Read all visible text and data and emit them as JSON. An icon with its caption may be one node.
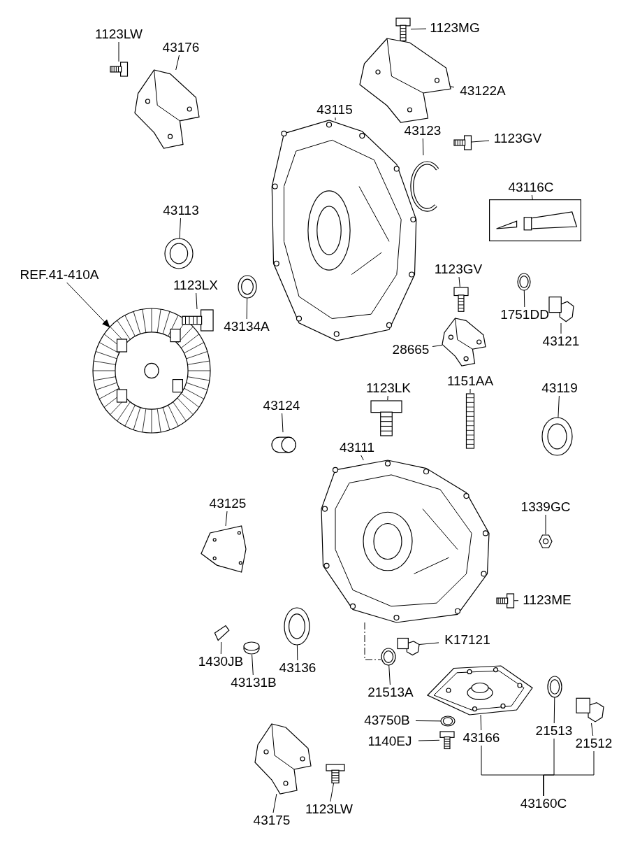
{
  "diagram": {
    "nodes": [
      {
        "text": [
          "1123LW"
        ]
      },
      {
        "text": [],
        "shape": "picture"
      },
      {
        "text": [
          "43176"
        ]
      },
      {
        "text": [],
        "shape": "picture"
      },
      {
        "text": [
          "1123MG"
        ]
      },
      {
        "text": [],
        "shape": "picture"
      },
      {
        "text": [
          "43122A"
        ]
      },
      {
        "text": [],
        "shape": "picture"
      },
      {
        "text": [
          "43115"
        ]
      },
      {
        "text": [],
        "shape": "picture"
      },
      {
        "text": [
          "43123"
        ]
      },
      {
        "text": [],
        "shape": "picture"
      },
      {
        "text": [
          "1123GV"
        ]
      },
      {
        "text": [],
        "shape": "picture"
      },
      {
        "text": [
          "43116C"
        ]
      },
      {
        "text": [],
        "shape": "box"
      },
      {
        "text": [
          "43113"
        ]
      },
      {
        "text": [],
        "shape": "picture"
      },
      {
        "text": [
          "REF.41-410A"
        ]
      },
      {
        "text": [],
        "shape": "picture"
      },
      {
        "text": [
          "1123LX"
        ]
      },
      {
        "text": [],
        "shape": "picture"
      },
      {
        "text": [
          "43134A"
        ]
      },
      {
        "text": [],
        "shape": "picture"
      },
      {
        "text": [
          "1123GV"
        ]
      },
      {
        "text": [],
        "shape": "picture"
      },
      {
        "text": [
          "1751DD"
        ]
      },
      {
        "text": [],
        "shape": "picture"
      },
      {
        "text": [
          "43121"
        ]
      },
      {
        "text": [],
        "shape": "picture"
      },
      {
        "text": [
          "28665"
        ]
      },
      {
        "text": [],
        "shape": "picture"
      },
      {
        "text": [
          "1151AA"
        ]
      },
      {
        "text": [],
        "shape": "picture"
      },
      {
        "text": [
          "43119"
        ]
      },
      {
        "text": [],
        "shape": "picture"
      },
      {
        "text": [
          "1123LK"
        ]
      },
      {
        "text": [],
        "shape": "picture"
      },
      {
        "text": [
          "43124"
        ]
      },
      {
        "text": [],
        "shape": "picture"
      },
      {
        "text": [
          "43111"
        ]
      },
      {
        "text": [],
        "shape": "picture"
      },
      {
        "text": [
          "43125"
        ]
      },
      {
        "text": [],
        "shape": "picture"
      },
      {
        "text": [
          "1339GC"
        ]
      },
      {
        "text": [],
        "shape": "picture"
      },
      {
        "text": [
          "1123ME"
        ]
      },
      {
        "text": [],
        "shape": "picture"
      },
      {
        "text": [
          "K17121"
        ]
      },
      {
        "text": [],
        "shape": "picture"
      },
      {
        "text": [
          "1430JB"
        ]
      },
      {
        "text": [],
        "shape": "picture"
      },
      {
        "text": [
          "43131B"
        ]
      },
      {
        "text": [],
        "shape": "picture"
      },
      {
        "text": [
          "43136"
        ]
      },
      {
        "text": [],
        "shape": "picture"
      },
      {
        "text": [
          "21513A"
        ]
      },
      {
        "text": [],
        "shape": "picture"
      },
      {
        "text": [
          "43750B"
        ]
      },
      {
        "text": [],
        "shape": "picture"
      },
      {
        "text": [
          "1140EJ"
        ]
      },
      {
        "text": [],
        "shape": "picture"
      },
      {
        "text": [
          "43166"
        ]
      },
      {
        "text": [],
        "shape": "picture"
      },
      {
        "text": [
          "21513"
        ]
      },
      {
        "text": [],
        "shape": "picture"
      },
      {
        "text": [
          "21512"
        ]
      },
      {
        "text": [],
        "shape": "picture"
      },
      {
        "text": [
          "43160C"
        ]
      },
      {
        "text": [],
        "shape": "picture"
      },
      {
        "text": [
          "43175"
        ]
      },
      {
        "text": [],
        "shape": "picture"
      },
      {
        "text": [
          "1123LW"
        ]
      }
    ],
    "edges": [
      {
        "from": 0,
        "to": 1,
        "arrow": "none"
      },
      {
        "from": 2,
        "to": 3,
        "arrow": "none"
      },
      {
        "from": 4,
        "to": 5,
        "arrow": "none"
      },
      {
        "from": 6,
        "to": 7,
        "arrow": "none"
      },
      {
        "from": 8,
        "to": 9,
        "arrow": "none"
      },
      {
        "from": 10,
        "to": 11,
        "arrow": "none"
      },
      {
        "from": 12,
        "to": 13,
        "arrow": "none"
      },
      {
        "from": 14,
        "to": 15,
        "arrow": "none"
      },
      {
        "from": 16,
        "to": 17,
        "arrow": "none"
      },
      {
        "from": 18,
        "to": 19,
        "arrow": "to"
      },
      {
        "from": 20,
        "to": 21,
        "arrow": "none"
      },
      {
        "from": 22,
        "to": 23,
        "arrow": "none"
      },
      {
        "from": 24,
        "to": 25,
        "arrow": "none"
      },
      {
        "from": 26,
        "to": 27,
        "arrow": "none"
      },
      {
        "from": 28,
        "to": 29,
        "arrow": "none"
      },
      {
        "from": 30,
        "to": 31,
        "arrow": "none"
      },
      {
        "from": 32,
        "to": 33,
        "arrow": "none"
      },
      {
        "from": 34,
        "to": 35,
        "arrow": "none"
      },
      {
        "from": 36,
        "to": 37,
        "arrow": "none"
      },
      {
        "from": 38,
        "to": 39,
        "arrow": "none"
      },
      {
        "from": 40,
        "to": 41,
        "arrow": "none"
      },
      {
        "from": 42,
        "to": 43,
        "arrow": "none"
      },
      {
        "from": 44,
        "to": 45,
        "arrow": "none"
      },
      {
        "from": 46,
        "to": 47,
        "arrow": "none"
      },
      {
        "from": 48,
        "to": 49,
        "arrow": "none"
      },
      {
        "from": 50,
        "to": 51,
        "arrow": "none"
      },
      {
        "from": 52,
        "to": 53,
        "arrow": "none"
      },
      {
        "from": 54,
        "to": 55,
        "arrow": "none"
      },
      {
        "from": 56,
        "to": 57,
        "arrow": "none"
      },
      {
        "from": 58,
        "to": 59,
        "arrow": "none"
      },
      {
        "from": 60,
        "to": 61,
        "arrow": "none"
      },
      {
        "from": 62,
        "to": 63,
        "arrow": "none"
      },
      {
        "from": 64,
        "to": 65,
        "arrow": "none"
      },
      {
        "from": 66,
        "to": 67,
        "arrow": "none"
      },
      {
        "from": 68,
        "to": 62,
        "arrow": "none"
      },
      {
        "from": 68,
        "to": 64,
        "arrow": "none"
      },
      {
        "from": 68,
        "to": 66,
        "arrow": "none"
      },
      {
        "from": 70,
        "to": 69,
        "arrow": "none"
      },
      {
        "from": 72,
        "to": 71,
        "arrow": "none"
      },
      {
        "from": 41,
        "to": 57,
        "arrow": "none",
        "style": "dashed"
      }
    ]
  }
}
